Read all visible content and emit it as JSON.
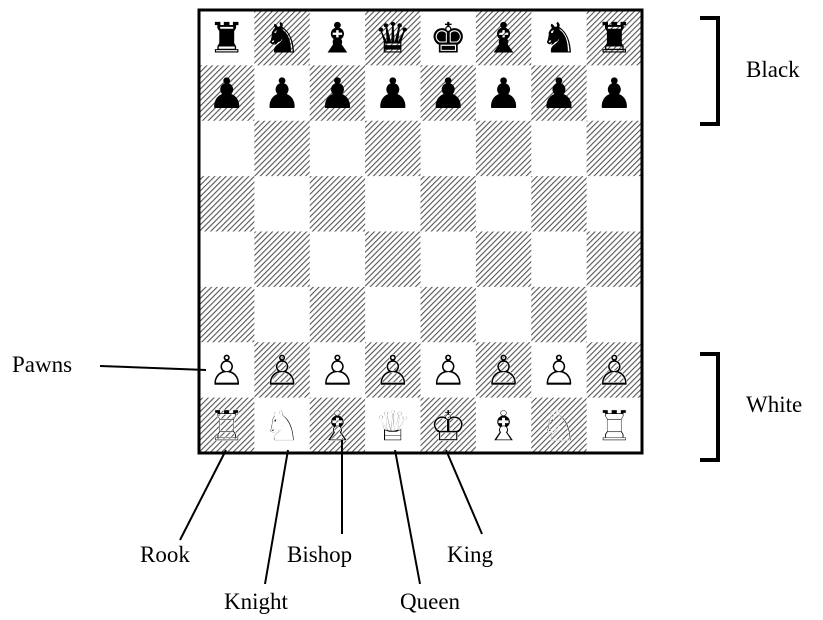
{
  "board": {
    "rows": 8,
    "cols": 8,
    "pieces": [
      [
        "black-rook",
        "black-knight",
        "black-bishop",
        "black-queen",
        "black-king",
        "black-bishop",
        "black-knight",
        "black-rook"
      ],
      [
        "black-pawn",
        "black-pawn",
        "black-pawn",
        "black-pawn",
        "black-pawn",
        "black-pawn",
        "black-pawn",
        "black-pawn"
      ],
      [
        "",
        "",
        "",
        "",
        "",
        "",
        "",
        ""
      ],
      [
        "",
        "",
        "",
        "",
        "",
        "",
        "",
        ""
      ],
      [
        "",
        "",
        "",
        "",
        "",
        "",
        "",
        ""
      ],
      [
        "",
        "",
        "",
        "",
        "",
        "",
        "",
        ""
      ],
      [
        "white-pawn",
        "white-pawn",
        "white-pawn",
        "white-pawn",
        "white-pawn",
        "white-pawn",
        "white-pawn",
        "white-pawn"
      ],
      [
        "white-rook",
        "white-knight",
        "white-bishop",
        "white-queen",
        "white-king",
        "white-bishop",
        "white-knight",
        "white-rook"
      ]
    ]
  },
  "glyphs": {
    "black-rook": "♜",
    "black-knight": "♞",
    "black-bishop": "♝",
    "black-queen": "♛",
    "black-king": "♚",
    "black-pawn": "♟",
    "white-rook": "♖",
    "white-knight": "♘",
    "white-bishop": "♗",
    "white-queen": "♕",
    "white-king": "♔",
    "white-pawn": "♙"
  },
  "labels": {
    "black": "Black",
    "white": "White",
    "pawns": "Pawns",
    "rook": "Rook",
    "knight": "Knight",
    "bishop": "Bishop",
    "queen": "Queen",
    "king": "King"
  },
  "colors": {
    "dark_square": "#8a8a8a",
    "light_square": "#ffffff",
    "ink": "#000000"
  }
}
